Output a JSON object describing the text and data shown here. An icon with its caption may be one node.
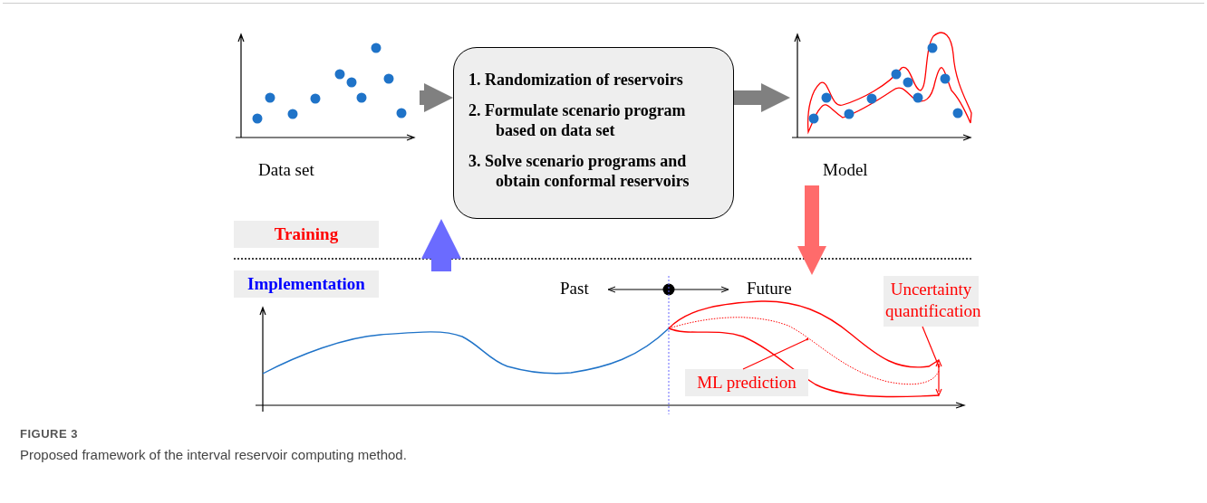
{
  "diagram": {
    "caption": "Proposed framework of the interval reservoir computing method.",
    "title": "FIGURE 3",
    "nodes": [
      {
        "text": [],
        "shape": "picture",
        "beside": [
          "Data set"
        ]
      },
      {
        "text": [
          "1. Randomization of reservoirs",
          "2. Formulate scenario program based on data set",
          "3. Solve scenario programs and obtain conformal reservoirs"
        ]
      },
      {
        "text": [],
        "shape": "picture",
        "beside": [
          "Model"
        ]
      },
      {
        "text": [
          "Training"
        ]
      },
      {
        "text": [
          "Implementation"
        ]
      },
      {
        "text": [],
        "shape": "picture"
      },
      {
        "text": [
          "Uncertainty quantification"
        ],
        "in": 5
      },
      {
        "text": [
          "ML prediction"
        ],
        "in": 5
      }
    ],
    "edges": [
      {
        "from": 0,
        "to": 1,
        "arrow": "to",
        "color": "#808080"
      },
      {
        "from": 1,
        "to": 2,
        "arrow": "to",
        "color": "#808080"
      },
      {
        "from": 5,
        "to": 1,
        "arrow": "to",
        "color": "#6b6bff"
      },
      {
        "from": 2,
        "to": 5,
        "arrow": "to",
        "color": "#ff6b6b"
      },
      {
        "from": 6,
        "to": 5,
        "arrow": "other",
        "color": "#ff0000"
      },
      {
        "from": 7,
        "to": 5,
        "arrow": "other",
        "color": "#ff0000"
      }
    ],
    "labels": [
      "Past",
      "Future"
    ]
  }
}
